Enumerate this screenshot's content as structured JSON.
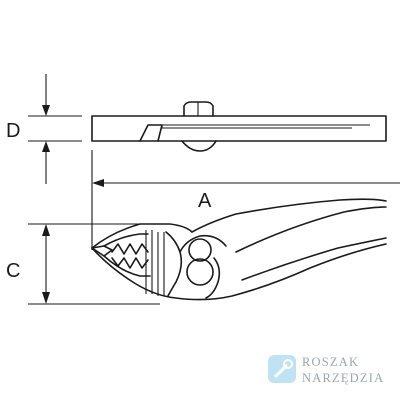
{
  "dimensions": {
    "d": "D",
    "a": "A",
    "c": "C"
  },
  "watermark": {
    "line1": "ROSZAK",
    "line2": "NARZĘDZIA",
    "icon": "wrench-icon",
    "icon_color": "#bfe3f2"
  },
  "colors": {
    "line": "#1a1a1a",
    "watermark_text": "#9aa6ad"
  }
}
